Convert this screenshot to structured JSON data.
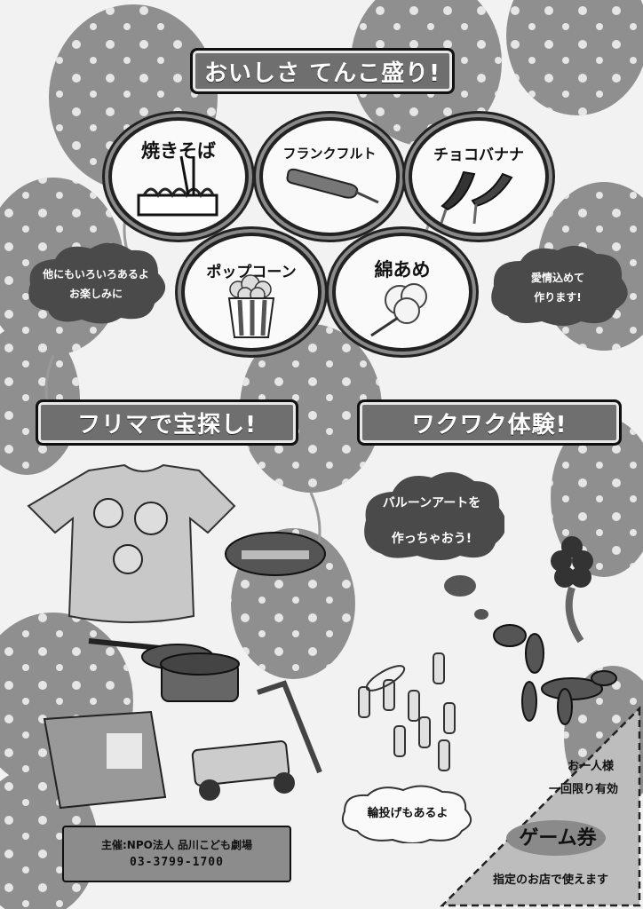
{
  "banners": {
    "food": "おいしさ てんこ盛り!",
    "flea": "フリマで宝探し!",
    "experience": "ワクワク体験!"
  },
  "foods": [
    {
      "label": "焼きそば",
      "icon": "yakisoba-icon"
    },
    {
      "label": "フランクフルト",
      "icon": "frankfurter-icon"
    },
    {
      "label": "チョコバナナ",
      "icon": "choco-banana-icon"
    },
    {
      "label": "ポップコーン",
      "icon": "popcorn-icon"
    },
    {
      "label": "綿あめ",
      "icon": "cotton-candy-icon"
    }
  ],
  "clouds": {
    "left_line1": "他にもいろいろあるよ",
    "left_line2": "お楽しみに",
    "right_line1": "愛情込めて",
    "right_line2": "作ります!",
    "balloon_art_line1": "バルーンアートを",
    "balloon_art_line2": "作っちゃおう!",
    "ring_toss": "輪投げもあるよ"
  },
  "footer": {
    "organizer": "主催:NPO法人 品川こども劇場",
    "phone": "03-3799-1700"
  },
  "ticket": {
    "line1": "お一人様",
    "line2": "一回限り有効",
    "title": "ゲーム券",
    "note": "指定のお店で使えます"
  },
  "colors": {
    "balloon": "#8f8f8f",
    "banner": "#6f6f6f",
    "cloud": "#4a4a4a"
  }
}
